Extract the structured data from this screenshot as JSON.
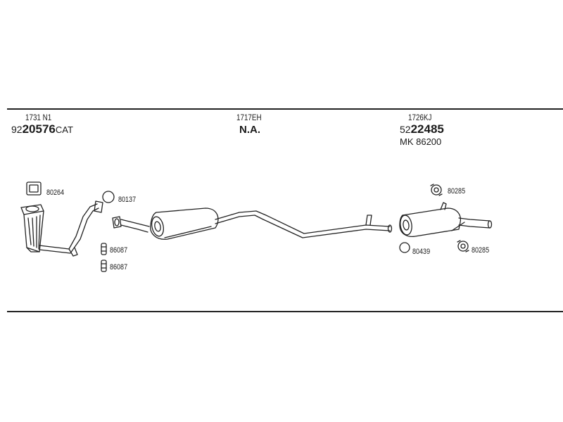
{
  "sections": [
    {
      "code": "1731 N1",
      "number_prefix": "92",
      "number_main": "20576",
      "number_suffix": "CAT"
    },
    {
      "code": "1717EH",
      "note": "N.A."
    },
    {
      "code": "1726KJ",
      "number_prefix": "52",
      "number_main": "22485",
      "extra": "MK  86200"
    }
  ],
  "parts": [
    {
      "id": "80264",
      "icon": "square-gasket-icon"
    },
    {
      "id": "80137",
      "icon": "ring-gasket-icon"
    },
    {
      "id": "86087",
      "icon": "rubber-mount-icon"
    },
    {
      "id": "86087",
      "icon": "rubber-mount-icon"
    },
    {
      "id": "80285",
      "icon": "clamp-icon"
    },
    {
      "id": "80439",
      "icon": "ring-gasket-icon"
    },
    {
      "id": "80285",
      "icon": "clamp-icon"
    }
  ]
}
